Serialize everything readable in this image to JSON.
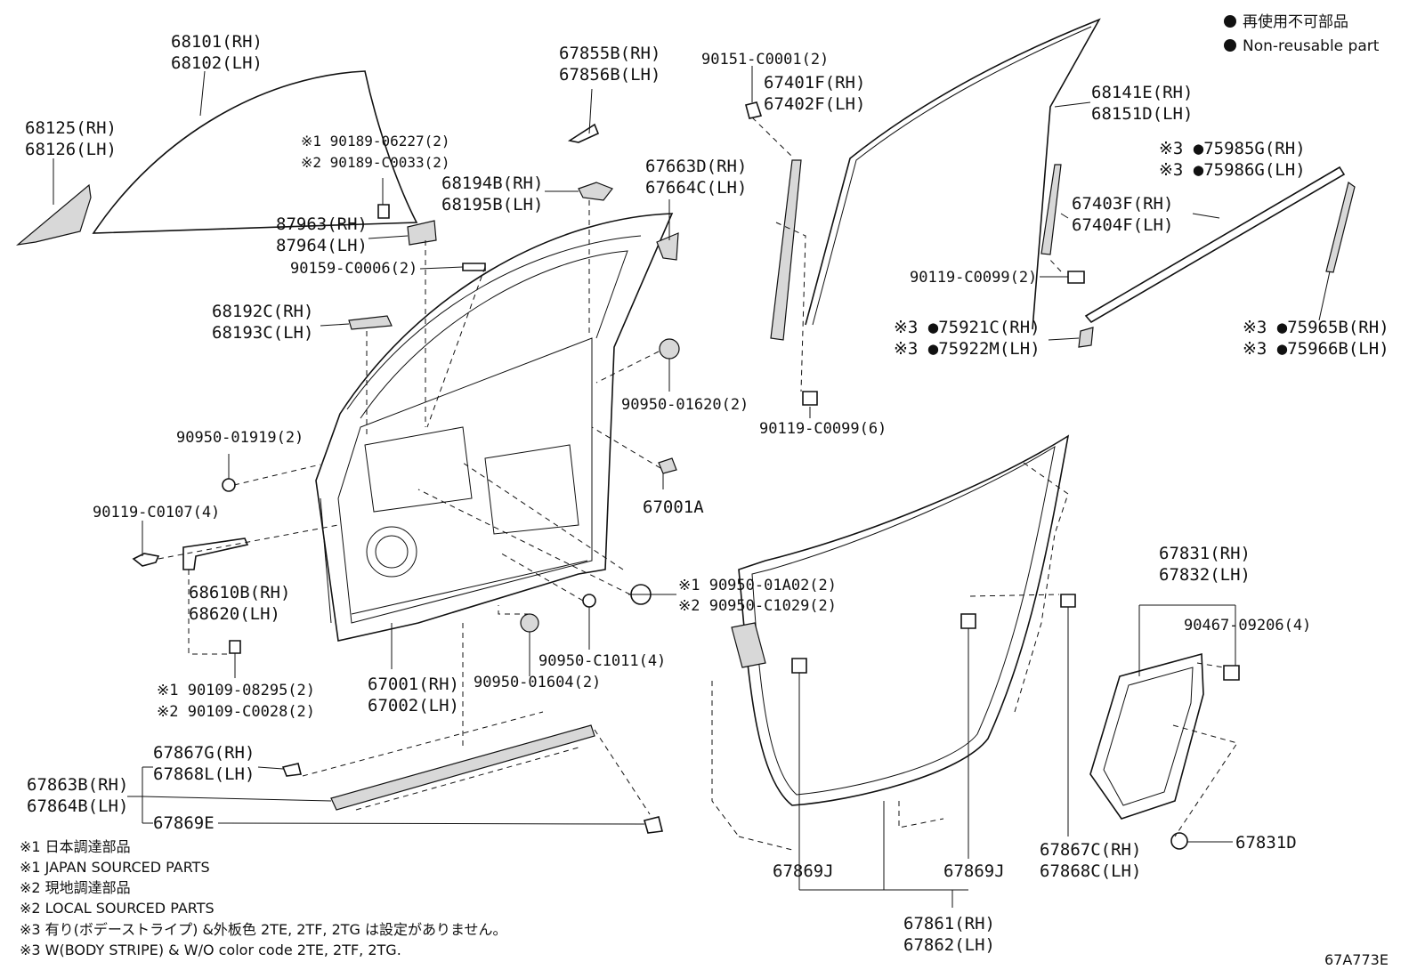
{
  "legend": {
    "ja": "再使用不可部品",
    "en": "Non-reusable part"
  },
  "labels": {
    "p68101": "68101(RH)",
    "p68102": "68102(LH)",
    "p68125": "68125(RH)",
    "p68126": "68126(LH)",
    "p67855B": "67855B(RH)",
    "p67856B": "67856B(LH)",
    "p90189a": "※1 90189-06227(2)",
    "p90189b": "※2 90189-C0033(2)",
    "p68194B": "68194B(RH)",
    "p68195B": "68195B(LH)",
    "p67663D": "67663D(RH)",
    "p67664C": "67664C(LH)",
    "p87963": "87963(RH)",
    "p87964": "87964(LH)",
    "p90159": "90159-C0006(2)",
    "p68192C": "68192C(RH)",
    "p68193C": "68193C(LH)",
    "p90950_01919": "90950-01919(2)",
    "p90950_01620": "90950-01620(2)",
    "p67001A": "67001A",
    "p90119_C0107": "90119-C0107(4)",
    "p68610B": "68610B(RH)",
    "p68620": "68620(LH)",
    "p90950_01A02": "※1  90950-01A02(2)",
    "p90950_C1029": "※2  90950-C1029(2)",
    "p90109a": "※1 90109-08295(2)",
    "p90109b": "※2 90109-C0028(2)",
    "p90950_C1011": "90950-C1011(4)",
    "p90950_01604": "90950-01604(2)",
    "p67001": "67001(RH)",
    "p67002": "67002(LH)",
    "p67867G": "67867G(RH)",
    "p67868L": "67868L(LH)",
    "p67863B": "67863B(RH)",
    "p67864B": "67864B(LH)",
    "p67869E": "67869E",
    "p90151": "90151-C0001(2)",
    "p67401F": "67401F(RH)",
    "p67402F": "67402F(LH)",
    "p68141E": "68141E(RH)",
    "p68151D": "68151D(LH)",
    "p75985G": "※3 ●75985G(RH)",
    "p75986G": "※3 ●75986G(LH)",
    "p67403F": "67403F(RH)",
    "p67404F": "67404F(LH)",
    "p90119_C0099_2": "90119-C0099(2)",
    "p75921C": "※3 ●75921C(RH)",
    "p75922M": "※3 ●75922M(LH)",
    "p75965B": "※3 ●75965B(RH)",
    "p75966B": "※3 ●75966B(LH)",
    "p90119_C0099_6": "90119-C0099(6)",
    "p67831": "67831(RH)",
    "p67832": "67832(LH)",
    "p90467": "90467-09206(4)",
    "p67831D": "67831D",
    "p67869J_1": "67869J",
    "p67869J_2": "67869J",
    "p67867C": "67867C(RH)",
    "p67868C": "67868C(LH)",
    "p67861": "67861(RH)",
    "p67862": "67862(LH)"
  },
  "notes": [
    "※1 日本調達部品",
    "※1 JAPAN SOURCED PARTS",
    "※2 現地調達部品",
    "※2 LOCAL SOURCED PARTS",
    "※3 有り(ボデーストライプ) &外板色 2TE, 2TF, 2TG は設定がありません。",
    "※3 W(BODY STRIPE) & W/O color code 2TE, 2TF, 2TG."
  ],
  "figure_code": "67A773E"
}
